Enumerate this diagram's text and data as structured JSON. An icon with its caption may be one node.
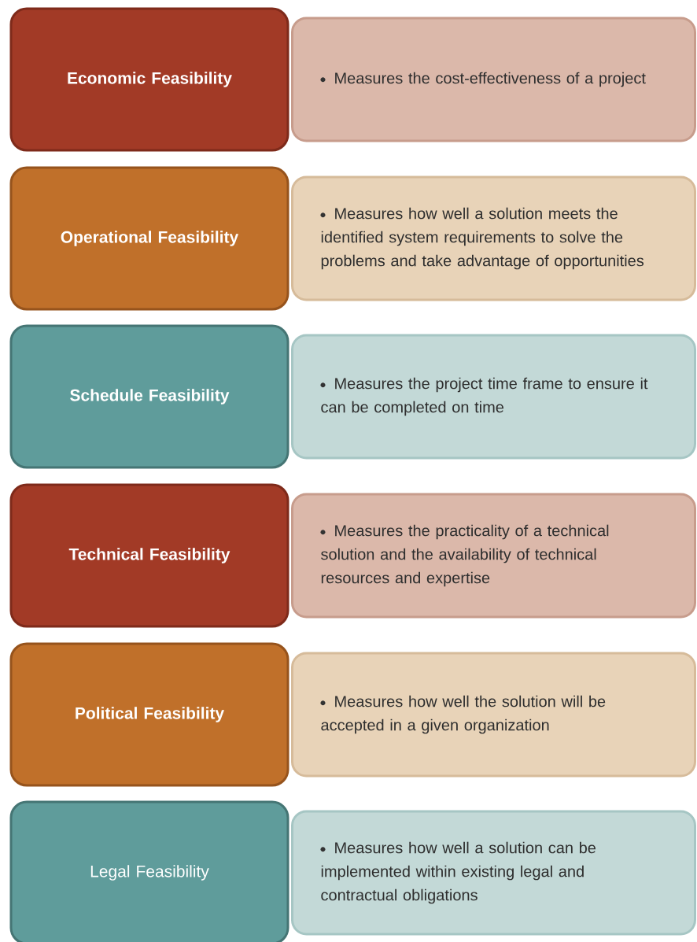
{
  "diagram": {
    "nodes": [
      {
        "text": [
          "Economic Feasibility"
        ]
      },
      {
        "text": [
          "Measures the cost-effectiveness of a project"
        ]
      },
      {
        "text": [
          "Operational Feasibility"
        ]
      },
      {
        "text": [
          "Measures how well a solution meets the identified system requirements to solve the problems and take advantage of opportunities"
        ]
      },
      {
        "text": [
          "Schedule Feasibility"
        ]
      },
      {
        "text": [
          "Measures the project time frame to ensure it can be completed on time"
        ]
      },
      {
        "text": [
          "Technical Feasibility"
        ]
      },
      {
        "text": [
          "Measures the practicality of a technical solution and the availability of technical resources and expertise"
        ]
      },
      {
        "text": [
          "Political Feasibility"
        ]
      },
      {
        "text": [
          "Measures how well the solution will be accepted in a given organization"
        ]
      },
      {
        "text": [
          "Legal Feasibility"
        ]
      },
      {
        "text": [
          "Measures how well a solution can be implemented within existing legal and contractual obligations"
        ]
      }
    ]
  }
}
